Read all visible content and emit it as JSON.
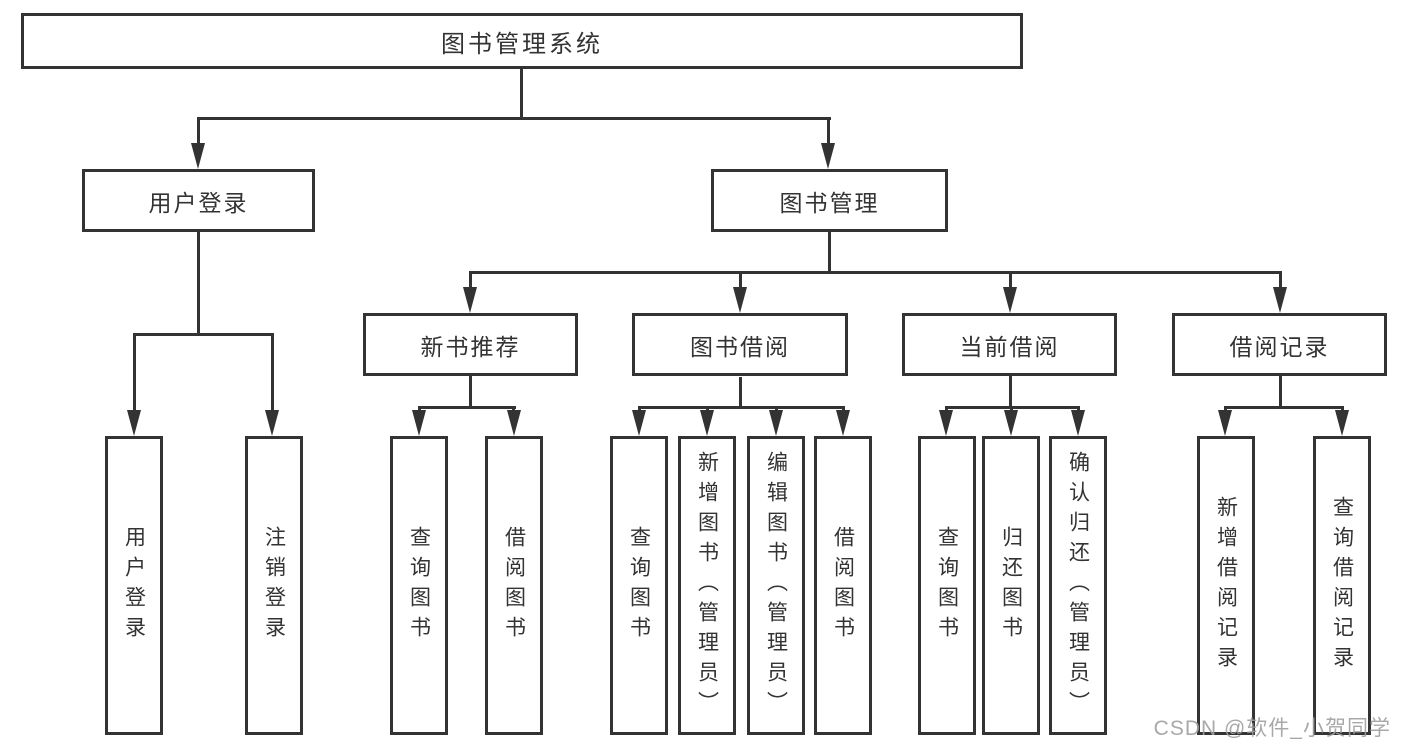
{
  "diagram": {
    "title": "图书管理系统",
    "line_color": "#333333",
    "root": {
      "label": "图书管理系统"
    },
    "level2": [
      {
        "label": "用户登录"
      },
      {
        "label": "图书管理"
      }
    ],
    "level3": [
      {
        "label": "新书推荐"
      },
      {
        "label": "图书借阅"
      },
      {
        "label": "当前借阅"
      },
      {
        "label": "借阅记录"
      }
    ],
    "leaves": [
      {
        "label": "用户登录"
      },
      {
        "label": "注销登录"
      },
      {
        "label": "查询图书"
      },
      {
        "label": "借阅图书"
      },
      {
        "label": "查询图书"
      },
      {
        "label": "新增图书（管理员）"
      },
      {
        "label": "编辑图书（管理员）"
      },
      {
        "label": "借阅图书"
      },
      {
        "label": "查询图书"
      },
      {
        "label": "归还图书"
      },
      {
        "label": "确认归还（管理员）"
      },
      {
        "label": "新增借阅记录"
      },
      {
        "label": "查询借阅记录"
      }
    ]
  },
  "watermark": {
    "text": "CSDN @软件_小贺同学",
    "color": "#9e9e9e"
  }
}
